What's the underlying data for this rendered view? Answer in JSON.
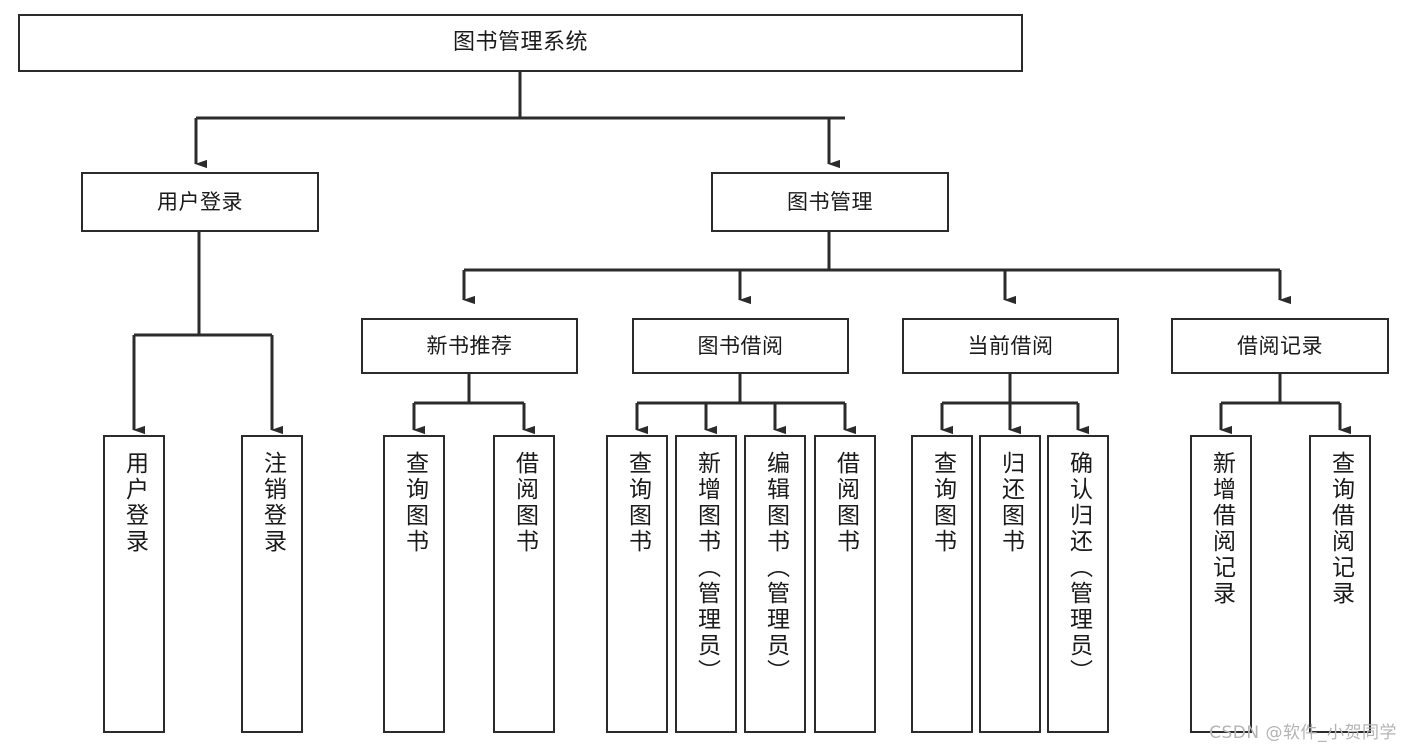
{
  "diagram": {
    "title": "图书管理系统",
    "watermark": "CSDN @软件_小贺同学",
    "stroke_color": "#2b2b2b",
    "fill_color": "#ffffff",
    "text_color": "#1a1a1a",
    "watermark_color": "#b4b4b4",
    "type": "tree",
    "orientation": "top-down"
  },
  "nodes": {
    "root": {
      "label": "图书管理系统"
    },
    "level1": [
      {
        "id": "user-login",
        "label": "用户登录"
      },
      {
        "id": "book-manage",
        "label": "图书管理"
      }
    ],
    "level2": [
      {
        "id": "new-book-recommend",
        "label": "新书推荐",
        "parent": "book-manage"
      },
      {
        "id": "book-borrow",
        "label": "图书借阅",
        "parent": "book-manage"
      },
      {
        "id": "current-borrow",
        "label": "当前借阅",
        "parent": "book-manage"
      },
      {
        "id": "borrow-record",
        "label": "借阅记录",
        "parent": "book-manage"
      }
    ],
    "leaves": [
      {
        "id": "leaf-user-login",
        "label": "用户登录",
        "parent": "user-login"
      },
      {
        "id": "leaf-user-logout",
        "label": "注销登录",
        "parent": "user-login"
      },
      {
        "id": "leaf-query-book-1",
        "label": "查询图书",
        "parent": "new-book-recommend"
      },
      {
        "id": "leaf-borrow-book-1",
        "label": "借阅图书",
        "parent": "new-book-recommend"
      },
      {
        "id": "leaf-query-book-2",
        "label": "查询图书",
        "parent": "book-borrow"
      },
      {
        "id": "leaf-add-book",
        "label": "新增图书（管理员）",
        "parent": "book-borrow"
      },
      {
        "id": "leaf-edit-book",
        "label": "编辑图书（管理员）",
        "parent": "book-borrow"
      },
      {
        "id": "leaf-borrow-book-2",
        "label": "借阅图书",
        "parent": "book-borrow"
      },
      {
        "id": "leaf-query-book-3",
        "label": "查询图书",
        "parent": "current-borrow"
      },
      {
        "id": "leaf-return-book",
        "label": "归还图书",
        "parent": "current-borrow"
      },
      {
        "id": "leaf-confirm-return",
        "label": "确认归还（管理员）",
        "parent": "current-borrow"
      },
      {
        "id": "leaf-add-record",
        "label": "新增借阅记录",
        "parent": "borrow-record"
      },
      {
        "id": "leaf-query-record",
        "label": "查询借阅记录",
        "parent": "borrow-record"
      }
    ]
  }
}
